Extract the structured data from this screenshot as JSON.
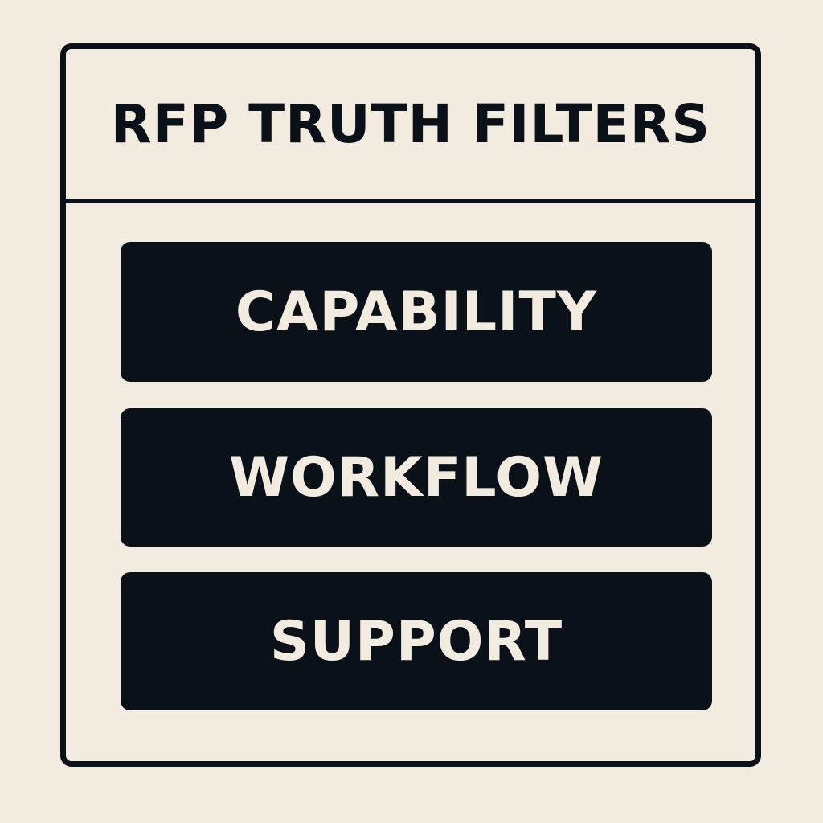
{
  "panel": {
    "title": "RFP TRUTH FILTERS",
    "filters": [
      {
        "label": "CAPABILITY"
      },
      {
        "label": "WORKFLOW"
      },
      {
        "label": "SUPPORT"
      }
    ]
  },
  "colors": {
    "background": "#f1ebe0",
    "ink": "#0b1118",
    "button_text": "#f1ebe0"
  }
}
